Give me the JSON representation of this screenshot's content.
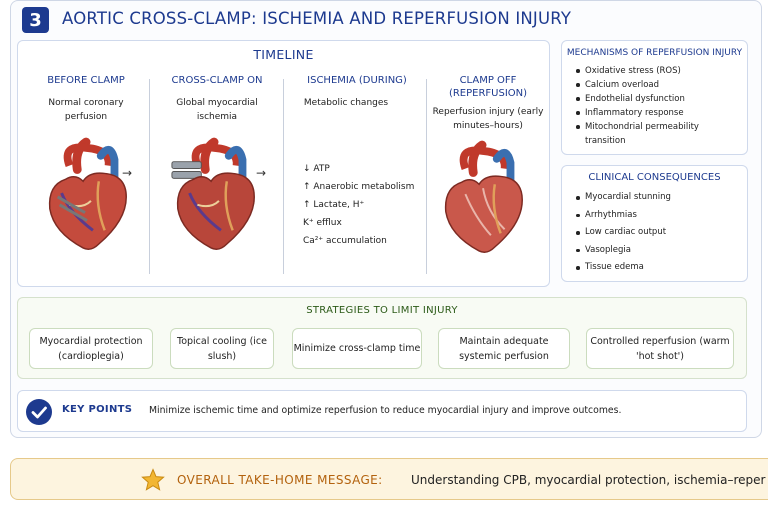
{
  "header": {
    "number": "3",
    "title": "AORTIC CROSS-CLAMP: ISCHEMIA AND REPERFUSION INJURY"
  },
  "timeline": {
    "title": "TIMELINE",
    "stages": [
      {
        "heading": "BEFORE CLAMP",
        "text": "Normal coronary perfusion"
      },
      {
        "heading": "CROSS-CLAMP ON",
        "text": "Global myocardial ischemia"
      },
      {
        "heading": "ISCHEMIA (DURING)",
        "text": "Metabolic changes",
        "items": [
          "↓ ATP",
          "↑ Anaerobic metabolism",
          "↑ Lactate, H⁺",
          "K⁺ efflux",
          "Ca²⁺ accumulation"
        ]
      },
      {
        "heading": "CLAMP OFF (REPERFUSION)",
        "text": "Reperfusion injury (early minutes–hours)"
      }
    ]
  },
  "mechanisms": {
    "title": "MECHANISMS OF REPERFUSION INJURY",
    "items": [
      "Oxidative stress (ROS)",
      "Calcium overload",
      "Endothelial dysfunction",
      "Inflammatory response",
      "Mitochondrial permeability transition"
    ]
  },
  "clinical": {
    "title": "CLINICAL CONSEQUENCES",
    "items": [
      "Myocardial stunning",
      "Arrhythmias",
      "Low cardiac output",
      "Vasoplegia",
      "Tissue edema"
    ]
  },
  "strategies": {
    "title": "STRATEGIES TO LIMIT INJURY",
    "items": [
      "Myocardial protection (cardioplegia)",
      "Topical cooling (ice slush)",
      "Minimize cross-clamp time",
      "Maintain adequate systemic perfusion",
      "Controlled reperfusion (warm 'hot shot')"
    ]
  },
  "key_points": {
    "label": "KEY POINTS",
    "text": "Minimize ischemic time and optimize reperfusion to reduce myocardial injury and improve outcomes."
  },
  "take_home": {
    "label": "OVERALL TAKE-HOME MESSAGE:",
    "text": "Understanding CPB, myocardial protection, ischemia–reper"
  },
  "colors": {
    "accent": "#1d3a8f",
    "strategy_green": "#2b5a17",
    "takehome_orange": "#b3620e"
  }
}
